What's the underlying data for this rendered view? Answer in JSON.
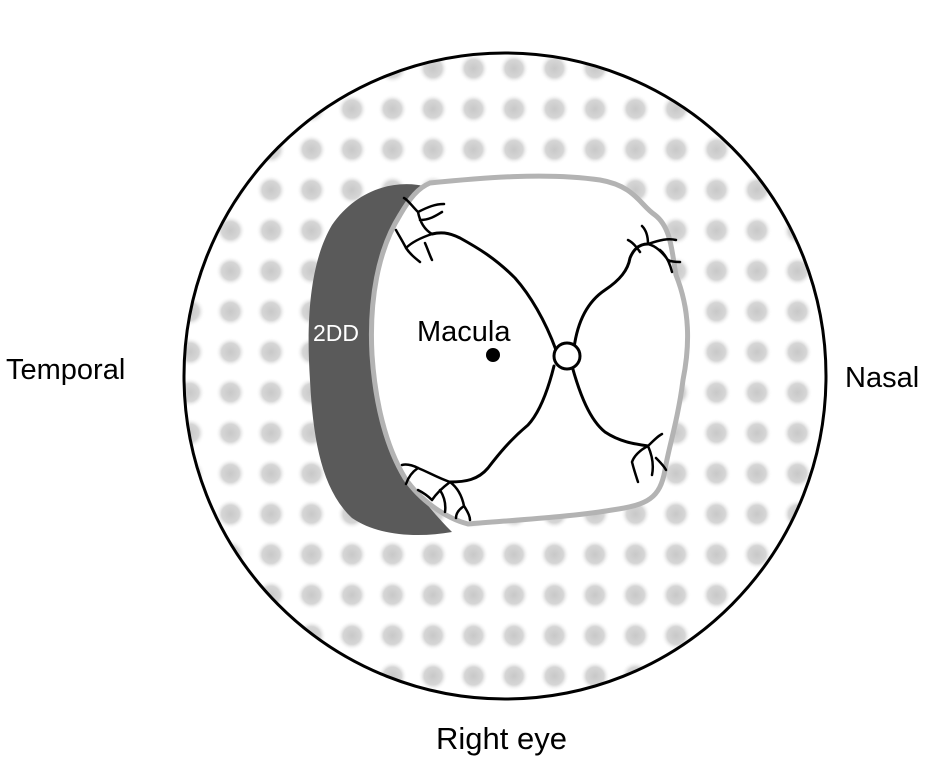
{
  "labels": {
    "temporal": "Temporal",
    "nasal": "Nasal",
    "macula": "Macula",
    "two_dd": "2DD",
    "caption": "Right eye"
  },
  "colors": {
    "outline": "#000000",
    "dot_pattern": "#d3d3d3",
    "band": "#5a5a5a",
    "treated_border": "#b3b3b3",
    "background": "#ffffff"
  }
}
